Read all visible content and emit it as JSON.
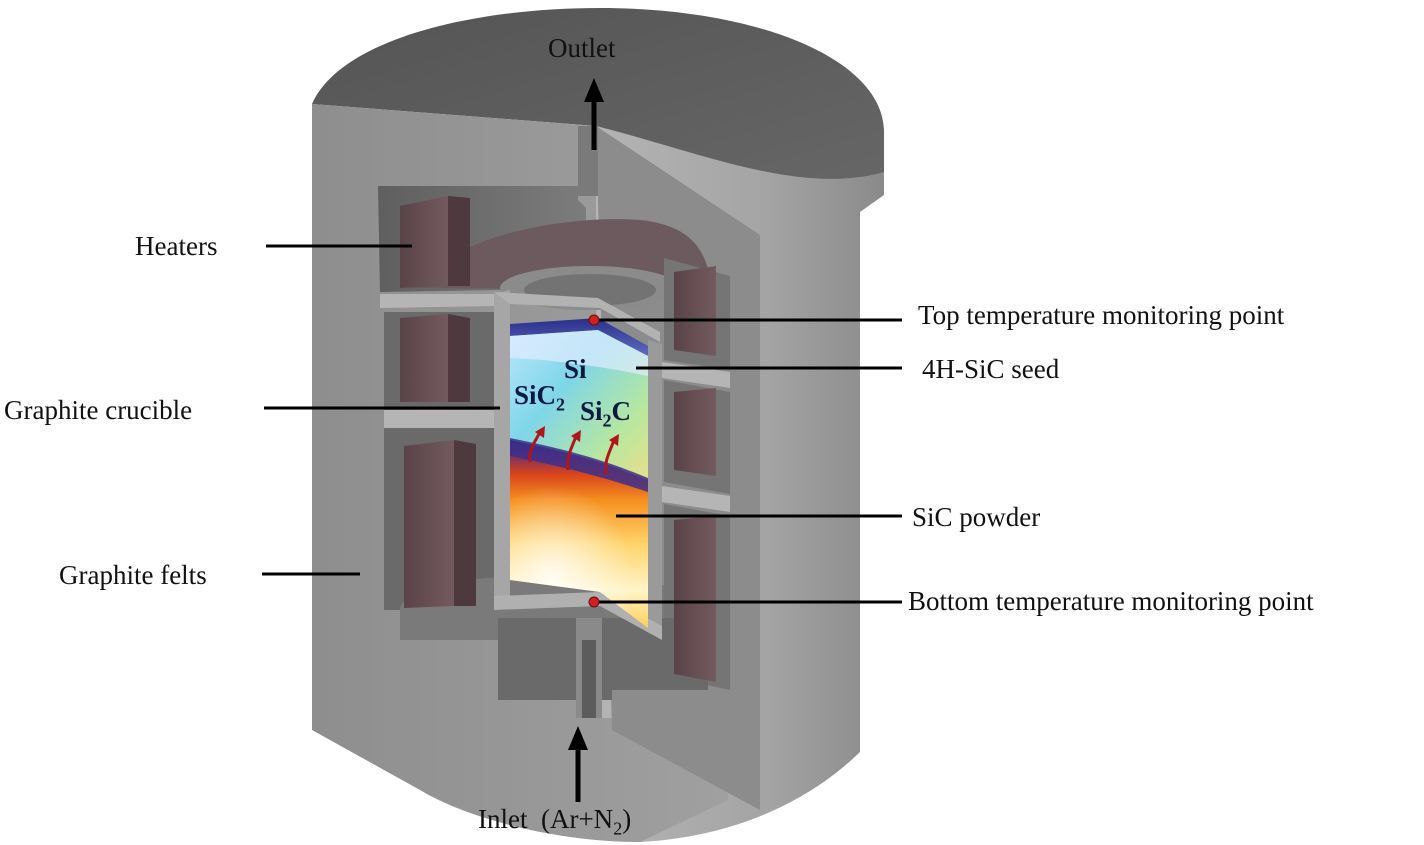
{
  "labels": {
    "outlet": "Outlet",
    "heaters": "Heaters",
    "graphite_crucible": "Graphite crucible",
    "graphite_felts": "Graphite felts",
    "top_monitor": "Top temperature monitoring point",
    "seed": "4H-SiC seed",
    "powder": "SiC powder",
    "bottom_monitor": "Bottom temperature monitoring point",
    "inlet_prefix": "Inlet  (Ar+N",
    "inlet_sub": "2",
    "inlet_suffix": ")"
  },
  "species": {
    "si": "Si",
    "sic2_base": "SiC",
    "sic2_sub": "2",
    "si2c_a": "Si",
    "si2c_sub": "2",
    "si2c_b": "C"
  },
  "colors": {
    "body_top": "#5d5d5d",
    "body_front": "#9a9a9a",
    "body_right": "#a9a9a9",
    "cavity": "#6f6f6f",
    "heater": "#6a5257",
    "monitor_dot": "#d21f1f",
    "flux_arrow": "#b0151a"
  }
}
